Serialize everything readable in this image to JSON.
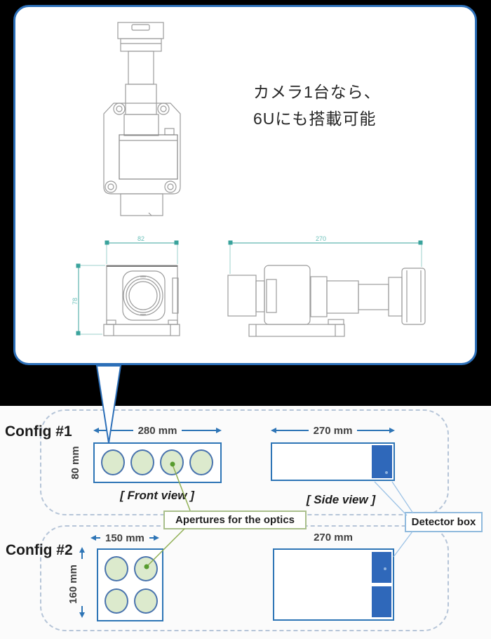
{
  "bubble": {
    "note_line1": "カメラ1台なら、",
    "note_line2": "6Uにも搭載可能",
    "dim_front_width": "82",
    "dim_front_height": "78",
    "dim_side_length": "270"
  },
  "configs": [
    {
      "name": "Config #1",
      "front_width": "280 mm",
      "front_height": "80 mm",
      "front_caption": "[ Front view ]",
      "side_width": "270 mm",
      "side_caption": "[ Side view ]",
      "aperture_count": 4
    },
    {
      "name": "Config #2",
      "front_width": "150 mm",
      "front_height": "160 mm",
      "side_width": "270 mm",
      "aperture_count": 4
    }
  ],
  "callouts": {
    "apertures": "Apertures for the optics",
    "detector": "Detector box"
  },
  "colors": {
    "bubble_border": "#2c6fb8",
    "accent_blue": "#2e75b6",
    "detector_fill": "#2f68ba",
    "aperture_fill": "#dceacd",
    "drawing_teal": "#3aa39c",
    "callout_green": "#8faf54",
    "background": "#000000"
  }
}
